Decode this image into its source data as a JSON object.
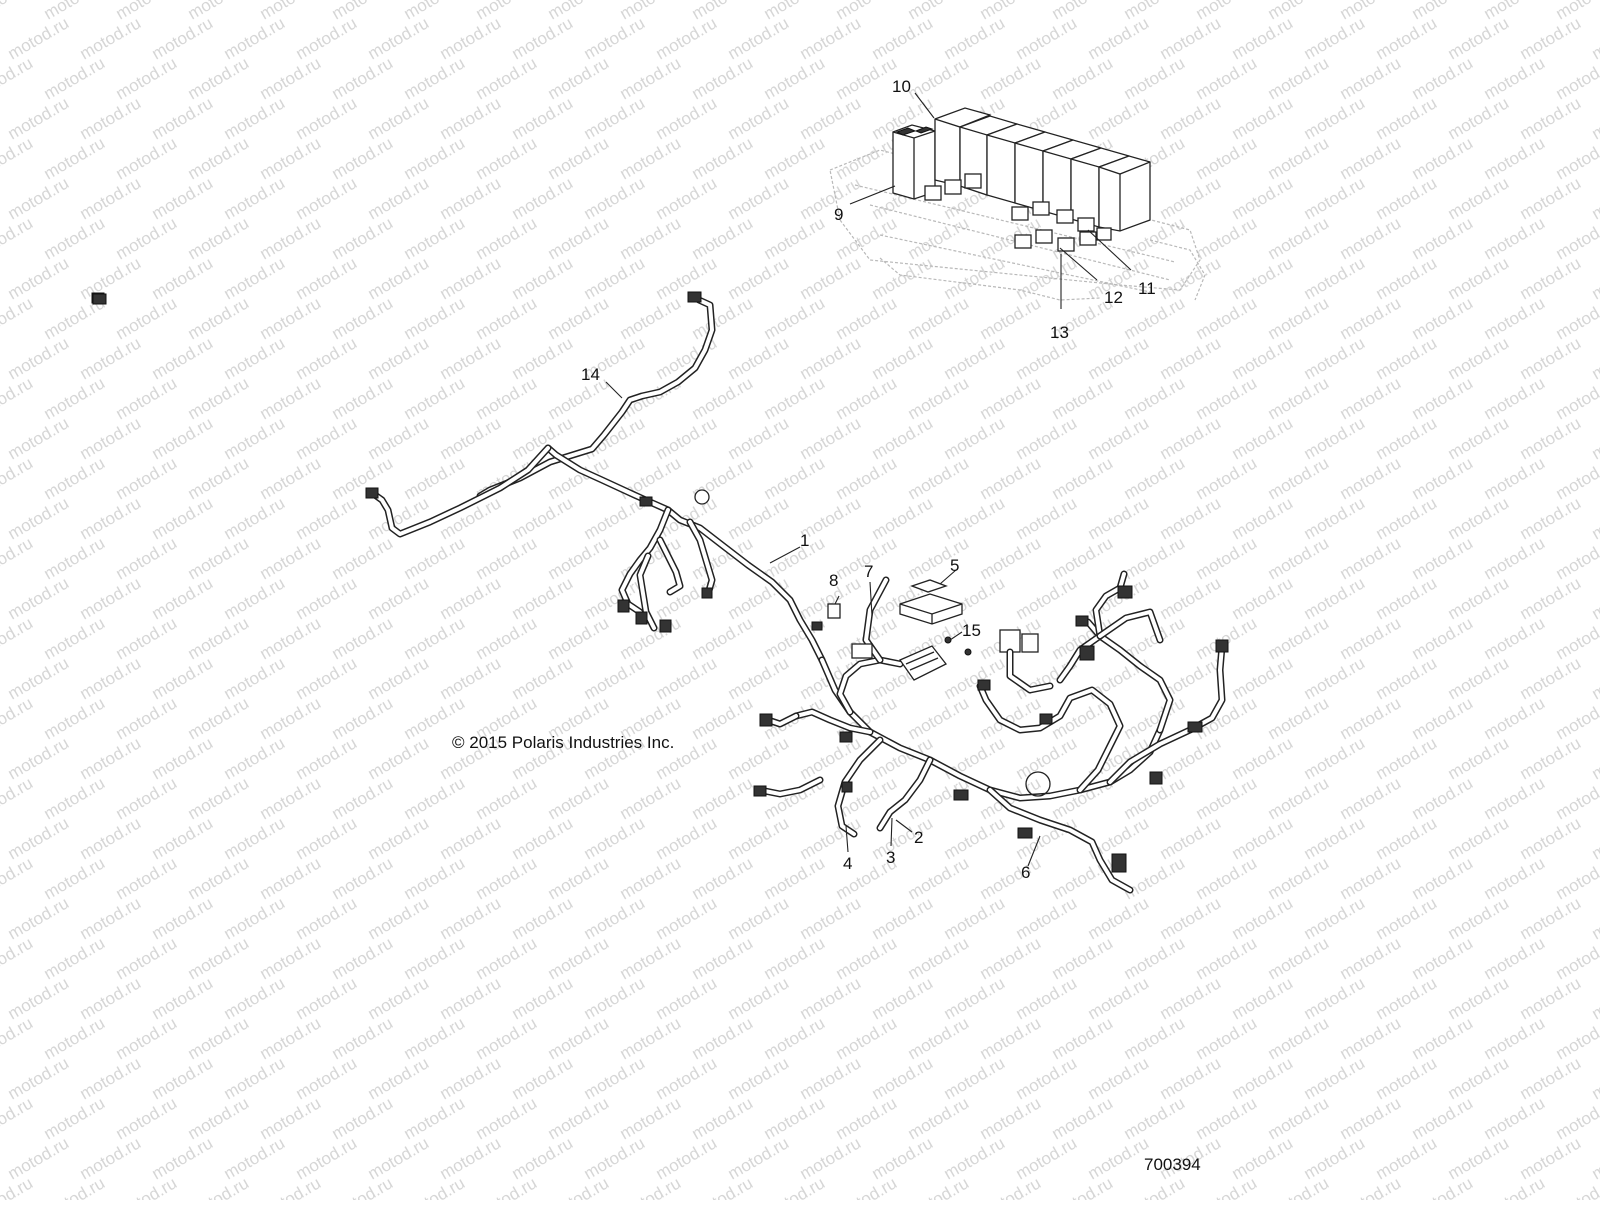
{
  "watermark": {
    "text": "motod.ru",
    "color": "#d6d6d6"
  },
  "copyright": "© 2015 Polaris Industries Inc.",
  "drawing_number": "700394",
  "callouts": [
    "1",
    "2",
    "3",
    "4",
    "5",
    "6",
    "7",
    "8",
    "9",
    "10",
    "11",
    "12",
    "13",
    "14",
    "15"
  ],
  "icons": {
    "harness": "wire-harness-icon",
    "fuse_box": "fuse-relay-box-icon",
    "module": "electronic-module-icon"
  }
}
